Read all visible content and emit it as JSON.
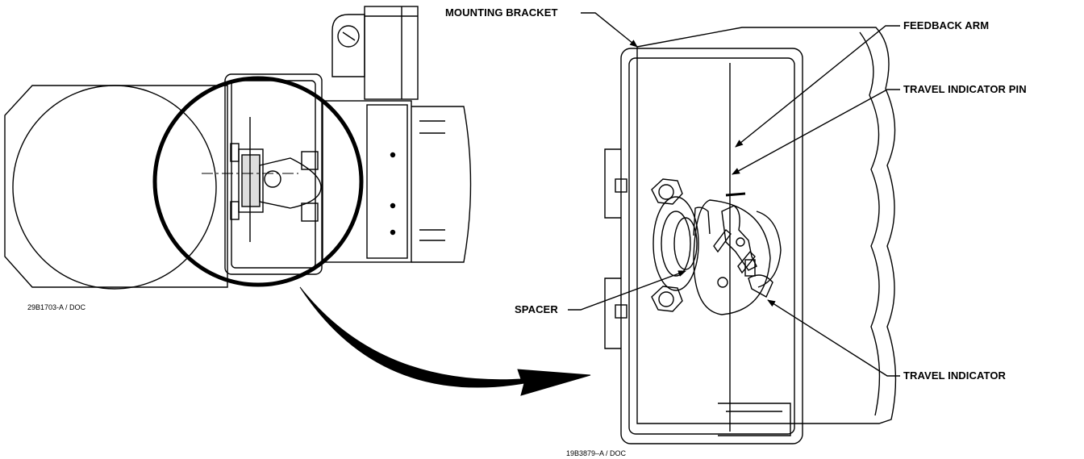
{
  "figure_codes": {
    "left": "29B1703-A / DOC",
    "right": "19B3879–A / DOC"
  },
  "callouts": {
    "mounting_bracket": "MOUNTING BRACKET",
    "feedback_arm": "FEEDBACK ARM",
    "travel_indicator_pin": "TRAVEL INDICATOR PIN",
    "spacer": "SPACER",
    "travel_indicator": "TRAVEL INDICATOR"
  },
  "colors": {
    "line": "#000000",
    "background": "#ffffff"
  }
}
